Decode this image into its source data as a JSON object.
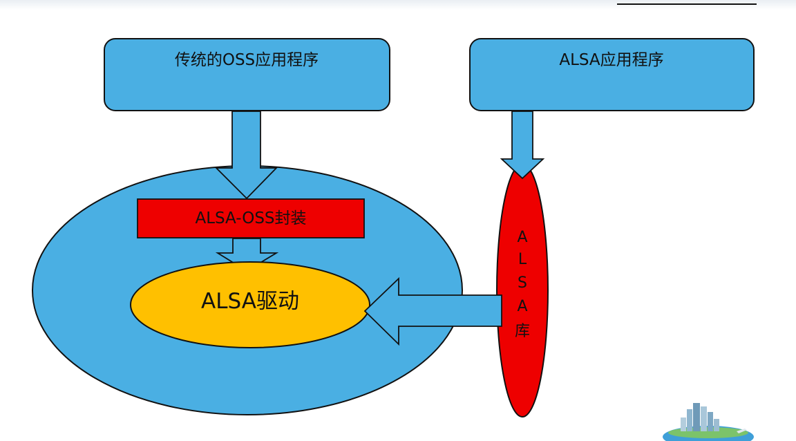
{
  "diagram": {
    "oss_app_label": "传统的OSS应用程序",
    "alsa_app_label": "ALSA应用程序",
    "wrapper_label": "ALSA-OSS封装",
    "driver_label": "ALSA驱动",
    "library_chars": [
      "A",
      "L",
      "S",
      "A",
      "库"
    ]
  },
  "colors": {
    "app_box": "#4aafe3",
    "outer_ellipse": "#4aafe3",
    "wrapper": "#ee0000",
    "driver": "#ffc000",
    "library": "#ee0000",
    "arrow": "#4aafe3",
    "stroke": "#111111"
  }
}
